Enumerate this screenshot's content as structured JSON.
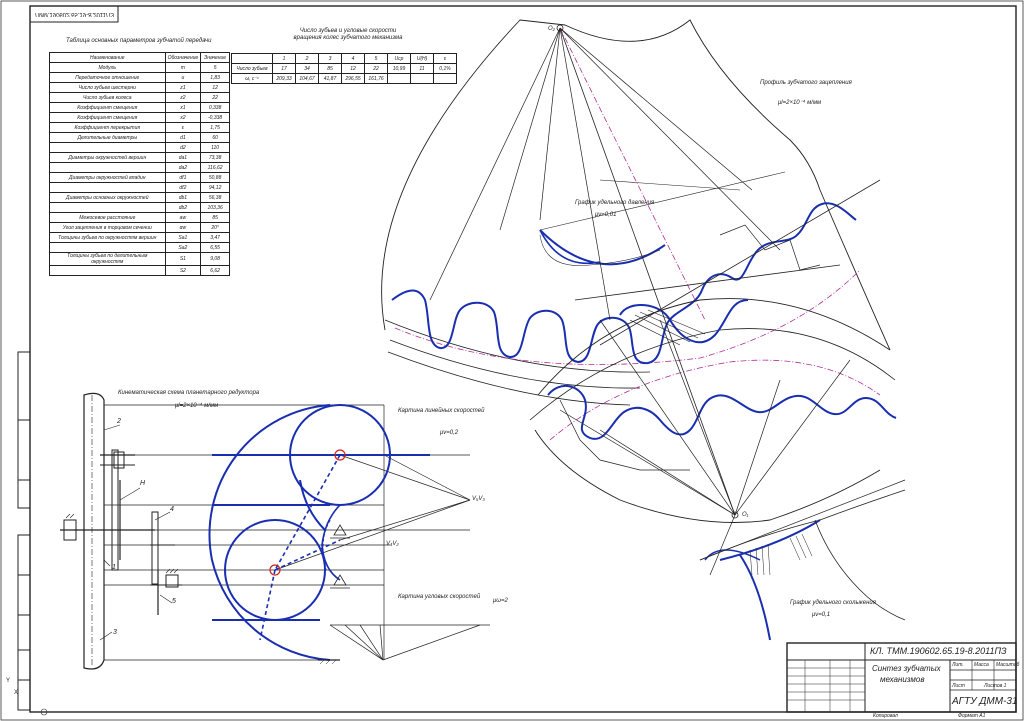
{
  "corner_code": "ТММ.190602.65.19-8.2011ПЗ",
  "params_table": {
    "title": "Таблица основных параметров зубчатой передачи",
    "headers": [
      "Наименование",
      "Обозначение",
      "Значение"
    ],
    "rows": [
      {
        "name": "Модуль",
        "sym": "m",
        "val": "5"
      },
      {
        "name": "Передаточное отношение",
        "sym": "u",
        "val": "1,83"
      },
      {
        "name": "Число зубьев шестерни",
        "sym": "z1",
        "val": "12"
      },
      {
        "name": "Число зубьев колеса",
        "sym": "z2",
        "val": "22"
      },
      {
        "name": "Коэффициент смещения",
        "sym": "x1",
        "val": "0,338"
      },
      {
        "name": "Коэффициент смещения",
        "sym": "x2",
        "val": "-0,338"
      },
      {
        "name": "Коэффициент перекрытия",
        "sym": "ε",
        "val": "1,75"
      },
      {
        "name": "Делительные диаметры",
        "sym": "d1",
        "val": "60"
      },
      {
        "name": "",
        "sym": "d2",
        "val": "110"
      },
      {
        "name": "Диаметры окружностей вершин",
        "sym": "da1",
        "val": "73,38"
      },
      {
        "name": "",
        "sym": "da2",
        "val": "116,62"
      },
      {
        "name": "Диаметры окружностей впадин",
        "sym": "df1",
        "val": "50,88"
      },
      {
        "name": "",
        "sym": "df2",
        "val": "94,12"
      },
      {
        "name": "Диаметры основных окружностей",
        "sym": "db1",
        "val": "56,38"
      },
      {
        "name": "",
        "sym": "db2",
        "val": "103,36"
      },
      {
        "name": "Межосевое расстояние",
        "sym": "aw",
        "val": "85"
      },
      {
        "name": "Угол зацепления в торцовом сечении",
        "sym": "αw",
        "val": "20°"
      },
      {
        "name": "Толщины зубьев по окружностям вершин",
        "sym": "Sa1",
        "val": "3,47"
      },
      {
        "name": "",
        "sym": "Sa2",
        "val": "6,55"
      },
      {
        "name": "Толщины зубьев по делительным окружностям",
        "sym": "S1",
        "val": "9,08"
      },
      {
        "name": "",
        "sym": "S2",
        "val": "6,62"
      }
    ]
  },
  "speed_table": {
    "title": "Число зубьев и угловые скорости вращения колес зубчатого механизма",
    "col_headers": [
      "1",
      "2",
      "3",
      "4",
      "5",
      "Ucp",
      "U(H)",
      "ε"
    ],
    "row1_label": "Число зубьев",
    "row1": [
      "17",
      "34",
      "85",
      "12",
      "22",
      "10,99",
      "11",
      "0,1%"
    ],
    "row2_label": "ω, с⁻¹",
    "row2": [
      "209,33",
      "104,67",
      "41,87",
      "296,55",
      "161,76"
    ]
  },
  "labels": {
    "gear_profile_title": "Профиль зубчатого зацепления",
    "gear_profile_scale": "μl=2×10⁻⁴ м/мм",
    "sliding_upper_title": "График удельного давления",
    "sliding_upper_scale": "μν=0,01",
    "sliding_lower_title": "График удельного скольжения",
    "sliding_lower_scale": "μν=0,1",
    "kinematic_title": "Кинематическая схема планетарного редуктора",
    "kinematic_scale": "μl=2×10⁻⁴ м/мм",
    "linear_speed_title": "Картина линейных скоростей",
    "linear_speed_scale": "μv=0,2",
    "angular_speed_title": "Картина угловых скоростей",
    "angular_speed_scale": "μω=2",
    "kin_num_1": "1",
    "kin_num_2": "2",
    "kin_num_3": "3",
    "kin_num_4": "4",
    "kin_num_5": "5",
    "kin_H": "H",
    "o2": "O₂",
    "o1": "O₁",
    "v_label": "V₅V₃",
    "v_label2": "V₄V₂"
  },
  "stamp": {
    "code": "КЛ. ТММ.190602.65.19-8.2011ПЗ",
    "title_line1": "Синтез зубчатых",
    "title_line2": "механизмов",
    "org": "АГТУ ДММ-31",
    "lit_label": "Лит.",
    "mass_label": "Масса",
    "scale_label": "Масштаб",
    "sheet_label": "Лист",
    "sheets_label": "Листов 1",
    "footer_left": "Копировал",
    "footer_right": "Формат А1"
  },
  "colors": {
    "profile_blue": "#1a2fb0",
    "line_black": "#222222",
    "axis_magenta": "#b0309a",
    "marker_red": "#d02020"
  }
}
